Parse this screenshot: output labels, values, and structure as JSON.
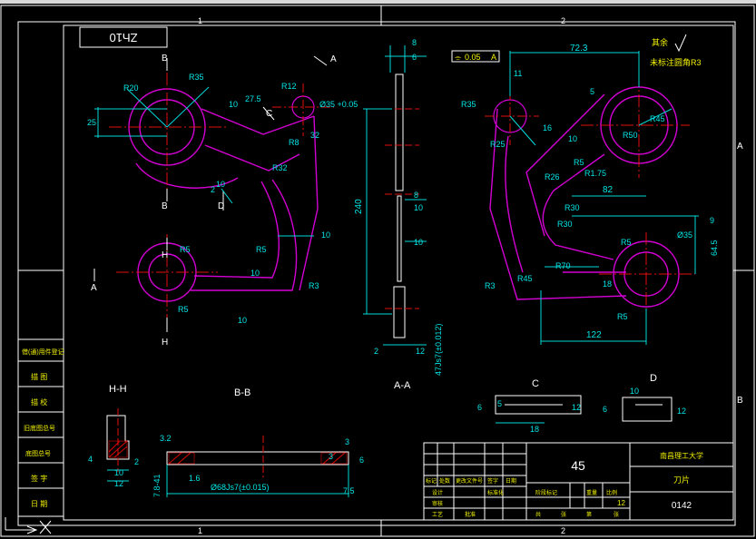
{
  "sheet": {
    "zone_top_1": "1",
    "zone_top_2": "2",
    "zone_bottom_1": "1",
    "zone_bottom_2": "2",
    "zone_right_A": "A",
    "zone_right_B": "B",
    "drawing_no_box": "ZҺ10"
  },
  "views": {
    "section_hh": "H-H",
    "section_bb": "B-B",
    "section_aa": "A-A",
    "detail_c": "C",
    "detail_d": "D",
    "cut_b": "B",
    "cut_h": "H",
    "cut_a": "A",
    "cut_c": "C",
    "cut_d": "D"
  },
  "dimensions": {
    "left_view": [
      "R20",
      "R35",
      "25",
      "10",
      "10",
      "27.5",
      "R12",
      "Ø35 +0.05",
      "32",
      "R5",
      "R5",
      "10",
      "R5",
      "10",
      "10",
      "R3",
      "R8",
      "2",
      "R32"
    ],
    "side_view": [
      "8",
      "6",
      "240",
      "8",
      "10",
      "10",
      "2",
      "12",
      "47Js7(±0.012)"
    ],
    "right_view": [
      "72.3",
      "5",
      "R35",
      "11",
      "R25",
      "16",
      "10",
      "R45",
      "R50",
      "R26",
      "R5",
      "R1.75",
      "82",
      "R30",
      "R30",
      "R5",
      "Ø35",
      "64.5",
      "9",
      "R70",
      "18",
      "R3",
      "R45",
      "R5",
      "122"
    ],
    "section_bb": [
      "3",
      "3.2",
      "Ø68Js7(±0.015)",
      "3",
      "7.5",
      "1.6",
      "7.8-41",
      "6"
    ],
    "section_hh": [
      "4",
      "2",
      "10",
      "12"
    ],
    "detail_c": [
      "6",
      "5",
      "18",
      "12"
    ],
    "detail_d": [
      "6",
      "10",
      "12"
    ]
  },
  "tolerance_frame": {
    "symbol": "⌯",
    "value": "0.05",
    "datum": "A"
  },
  "notes": {
    "roughness_label": "其余",
    "unmarked_fillet": "未标注圆角R3"
  },
  "left_table": [
    "借(通)用件登记",
    "描 图",
    "描 校",
    "旧底图总号",
    "底图总号",
    "签 字",
    "日 期"
  ],
  "title_block": {
    "material": "45",
    "school": "南昌理工大学",
    "part_name": "刀片",
    "drawing_no": "0142",
    "scale": "12",
    "row_labels": [
      "标记",
      "处数",
      "更改文件号",
      "签字",
      "日期"
    ],
    "sign_labels": [
      "设计",
      "审核",
      "工艺",
      "批准",
      "标准化"
    ],
    "stage_labels": [
      "阶段标记",
      "重量",
      "比例"
    ],
    "sheet_labels": [
      "共",
      "张",
      "第",
      "张"
    ]
  }
}
